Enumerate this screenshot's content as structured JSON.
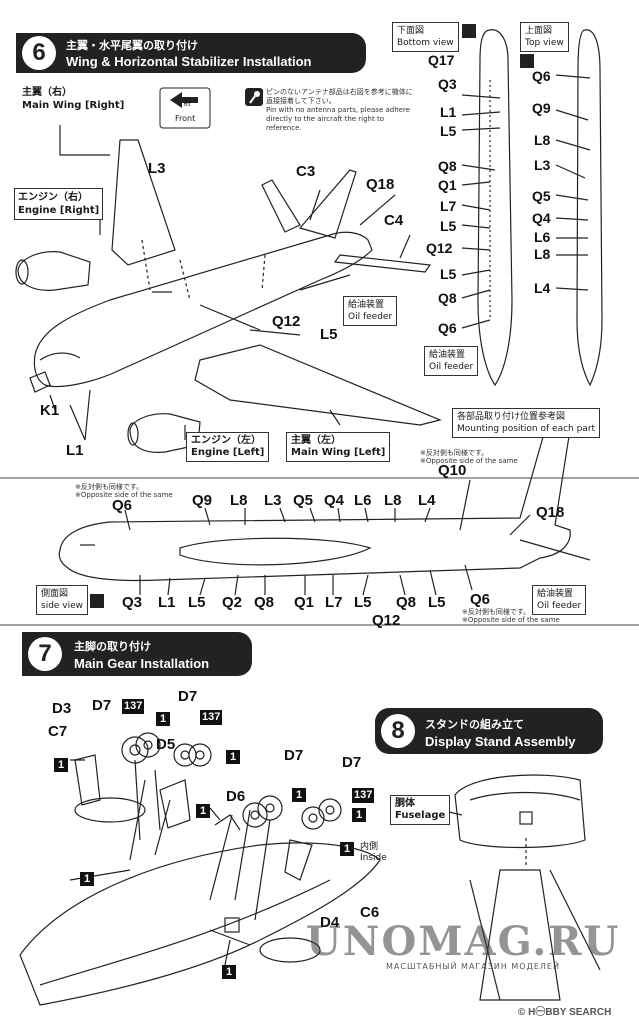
{
  "step6": {
    "num": "6",
    "title_jp": "主翼・水平尾翼の取り付け",
    "title_en": "Wing & Horizontal Stabilizer Installation"
  },
  "step7": {
    "num": "7",
    "title_jp": "主脚の取り付け",
    "title_en": "Main Gear Installation"
  },
  "step8": {
    "num": "8",
    "title_jp": "スタンドの組み立て",
    "title_en": "Display Stand Assembly"
  },
  "callouts": {
    "main_wing_right_jp": "主翼（右）",
    "main_wing_right_en": "Main Wing [Right]",
    "engine_right_jp": "エンジン（右）",
    "engine_right_en": "Engine [Right]",
    "engine_left_jp": "エンジン（左）",
    "engine_left_en": "Engine [Left]",
    "main_wing_left_jp": "主翼（左）",
    "main_wing_left_en": "Main Wing [Left]",
    "front_jp": "前",
    "front_en": "Front",
    "antenna_jp": "ピンのないアンテナ部品は右図を参考に機体に直接接着して下さい。",
    "antenna_en": "Pin with no antenna parts, please adhere directly to the aircraft the right to reference.",
    "oil_feeder_jp": "給油装置",
    "oil_feeder_en": "Oil feeder",
    "bottom_view_jp": "下面図",
    "bottom_view_en": "Bottom view",
    "top_view_jp": "上面図",
    "top_view_en": "Top view",
    "mounting_jp": "各部品取り付け位置参考図",
    "mounting_en": "Mounting position of each part",
    "opposite_jp": "※反対側も同様です。",
    "opposite_en": "※Opposite side of the same",
    "side_view_jp": "側面図",
    "side_view_en": "side view",
    "inside_jp": "内側",
    "inside_en": "Inside",
    "fuselage_jp": "胴体",
    "fuselage_en": "Fuselage"
  },
  "labels6": {
    "L3": "L3",
    "C3": "C3",
    "Q18": "Q18",
    "C4": "C4",
    "Q12": "Q12",
    "L5": "L5",
    "K1": "K1",
    "L1": "L1"
  },
  "bottom_labels": [
    "Q17",
    "Q3",
    "L1",
    "L5",
    "Q8",
    "Q1",
    "L7",
    "L5",
    "Q12",
    "L5",
    "Q8",
    "Q6"
  ],
  "top_labels": [
    "Q6",
    "Q9",
    "L8",
    "L3",
    "Q5",
    "Q4",
    "L6",
    "L8",
    "L4"
  ],
  "side_top": [
    "Q6",
    "Q9",
    "L8",
    "L3",
    "Q5",
    "Q4",
    "L6",
    "L8",
    "L4",
    "Q10",
    "Q18"
  ],
  "side_bottom": [
    "Q3",
    "L1",
    "L5",
    "Q2",
    "Q8",
    "Q1",
    "L7",
    "L5",
    "Q8",
    "L5",
    "Q12",
    "Q6"
  ],
  "gear_labels": {
    "D3": "D3",
    "D7a": "D7",
    "C7": "C7",
    "D5": "D5",
    "D7b": "D7",
    "D6": "D6",
    "D7c": "D7",
    "D7d": "D7",
    "D4": "D4",
    "C6": "C6"
  },
  "tags": {
    "one": "1",
    "n137": "137"
  },
  "watermark": {
    "main": "UNOMAG.RU",
    "sub": "МАСШТАБНЫЙ МАГАЗИН МОДЕЛЕЙ",
    "hs": "© H㊀BBY SEARCH"
  }
}
